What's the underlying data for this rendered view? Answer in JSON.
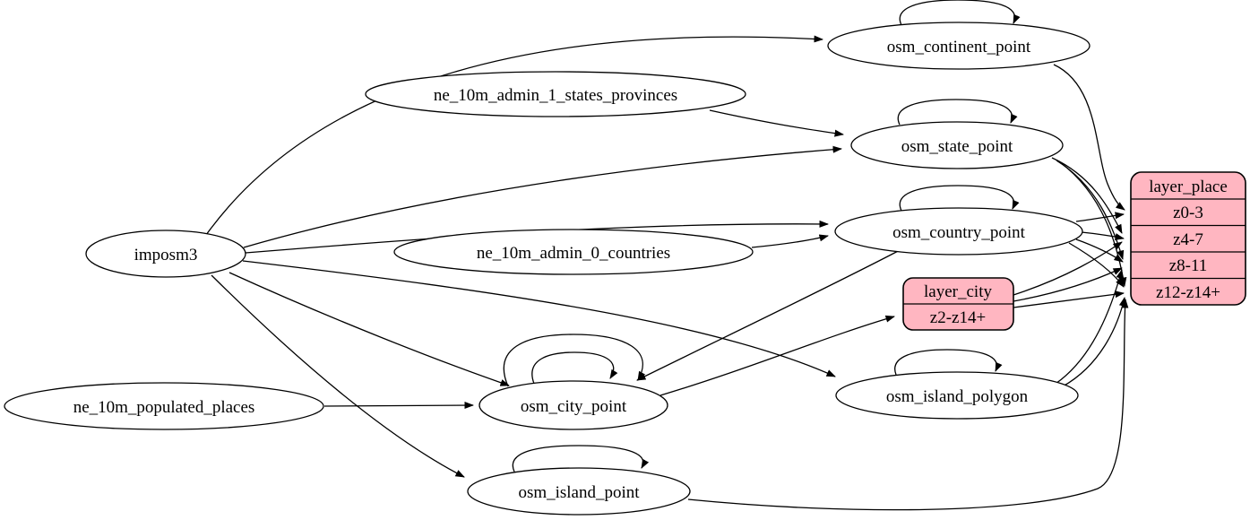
{
  "diagram": {
    "kind": "etl-graph",
    "colors": {
      "background": "#ffffff",
      "table_fill": "#ffffff",
      "layer_fill": "#ffb6c1",
      "stroke": "#000000"
    },
    "nodes": {
      "imposm3": {
        "label": "imposm3"
      },
      "ne_10m_admin_1_states_provinces": {
        "label": "ne_10m_admin_1_states_provinces"
      },
      "ne_10m_admin_0_countries": {
        "label": "ne_10m_admin_0_countries"
      },
      "ne_10m_populated_places": {
        "label": "ne_10m_populated_places"
      },
      "osm_continent_point": {
        "label": "osm_continent_point"
      },
      "osm_state_point": {
        "label": "osm_state_point"
      },
      "osm_country_point": {
        "label": "osm_country_point"
      },
      "osm_city_point": {
        "label": "osm_city_point"
      },
      "osm_island_polygon": {
        "label": "osm_island_polygon"
      },
      "osm_island_point": {
        "label": "osm_island_point"
      },
      "layer_city": {
        "title": "layer_city",
        "rows": [
          "z2-z14+"
        ]
      },
      "layer_place": {
        "title": "layer_place",
        "rows": [
          "z0-3",
          "z4-7",
          "z8-11",
          "z12-z14+"
        ]
      }
    },
    "edges": [
      {
        "from": "imposm3",
        "to": "osm_continent_point"
      },
      {
        "from": "imposm3",
        "to": "osm_state_point"
      },
      {
        "from": "imposm3",
        "to": "osm_country_point"
      },
      {
        "from": "imposm3",
        "to": "osm_city_point"
      },
      {
        "from": "imposm3",
        "to": "osm_island_polygon"
      },
      {
        "from": "imposm3",
        "to": "osm_island_point"
      },
      {
        "from": "ne_10m_admin_1_states_provinces",
        "to": "osm_state_point"
      },
      {
        "from": "ne_10m_admin_0_countries",
        "to": "osm_country_point"
      },
      {
        "from": "ne_10m_populated_places",
        "to": "osm_city_point"
      },
      {
        "from": "osm_continent_point",
        "to": "osm_continent_point"
      },
      {
        "from": "osm_state_point",
        "to": "osm_state_point"
      },
      {
        "from": "osm_country_point",
        "to": "osm_country_point"
      },
      {
        "from": "osm_city_point",
        "to": "osm_city_point"
      },
      {
        "from": "osm_city_point",
        "to": "osm_city_point"
      },
      {
        "from": "osm_island_polygon",
        "to": "osm_island_polygon"
      },
      {
        "from": "osm_island_point",
        "to": "osm_island_point"
      },
      {
        "from": "osm_continent_point",
        "to": "layer_place:z0-3"
      },
      {
        "from": "osm_country_point",
        "to": "layer_place:z0-3"
      },
      {
        "from": "osm_country_point",
        "to": "layer_place:z4-7"
      },
      {
        "from": "osm_country_point",
        "to": "layer_place:z8-11"
      },
      {
        "from": "osm_country_point",
        "to": "layer_place:z12-z14+"
      },
      {
        "from": "osm_state_point",
        "to": "layer_place:z4-7"
      },
      {
        "from": "osm_state_point",
        "to": "layer_place:z8-11"
      },
      {
        "from": "osm_state_point",
        "to": "layer_place:z12-z14+"
      },
      {
        "from": "osm_country_point",
        "to": "osm_city_point"
      },
      {
        "from": "osm_city_point",
        "to": "layer_city:z2-z14+"
      },
      {
        "from": "layer_city",
        "to": "layer_place:z4-7"
      },
      {
        "from": "layer_city",
        "to": "layer_place:z8-11"
      },
      {
        "from": "layer_city",
        "to": "layer_place:z12-z14+"
      },
      {
        "from": "osm_island_polygon",
        "to": "layer_place:z8-11"
      },
      {
        "from": "osm_island_polygon",
        "to": "layer_place:z12-z14+"
      },
      {
        "from": "osm_island_point",
        "to": "layer_place:z12-z14+"
      }
    ]
  }
}
